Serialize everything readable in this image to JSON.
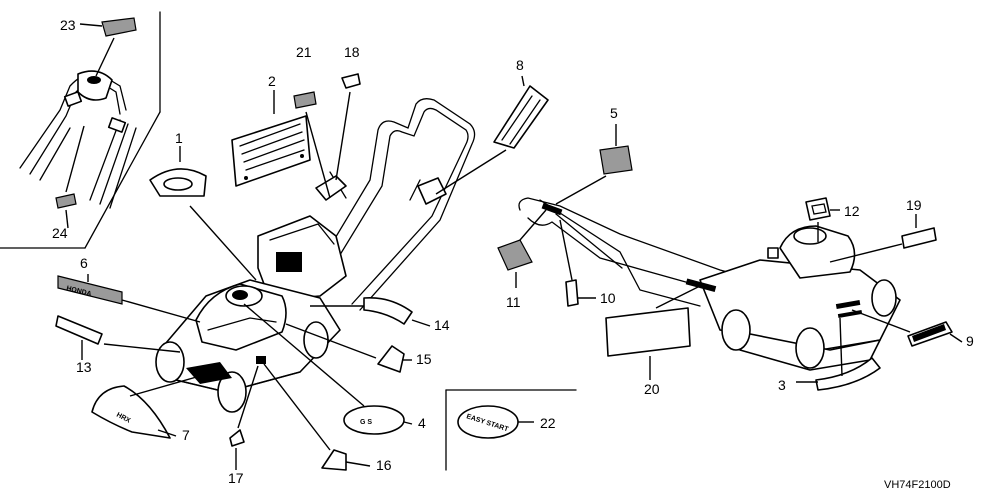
{
  "diagram": {
    "callouts": [
      "1",
      "2",
      "3",
      "4",
      "5",
      "6",
      "7",
      "8",
      "9",
      "10",
      "11",
      "12",
      "13",
      "14",
      "15",
      "16",
      "17",
      "18",
      "19",
      "20",
      "21",
      "22",
      "23",
      "24"
    ],
    "decal_texts": {
      "brand": "HONDA",
      "easy_start": "EASY START",
      "model_badge": "HRX"
    },
    "code": "VH74F2100D"
  }
}
